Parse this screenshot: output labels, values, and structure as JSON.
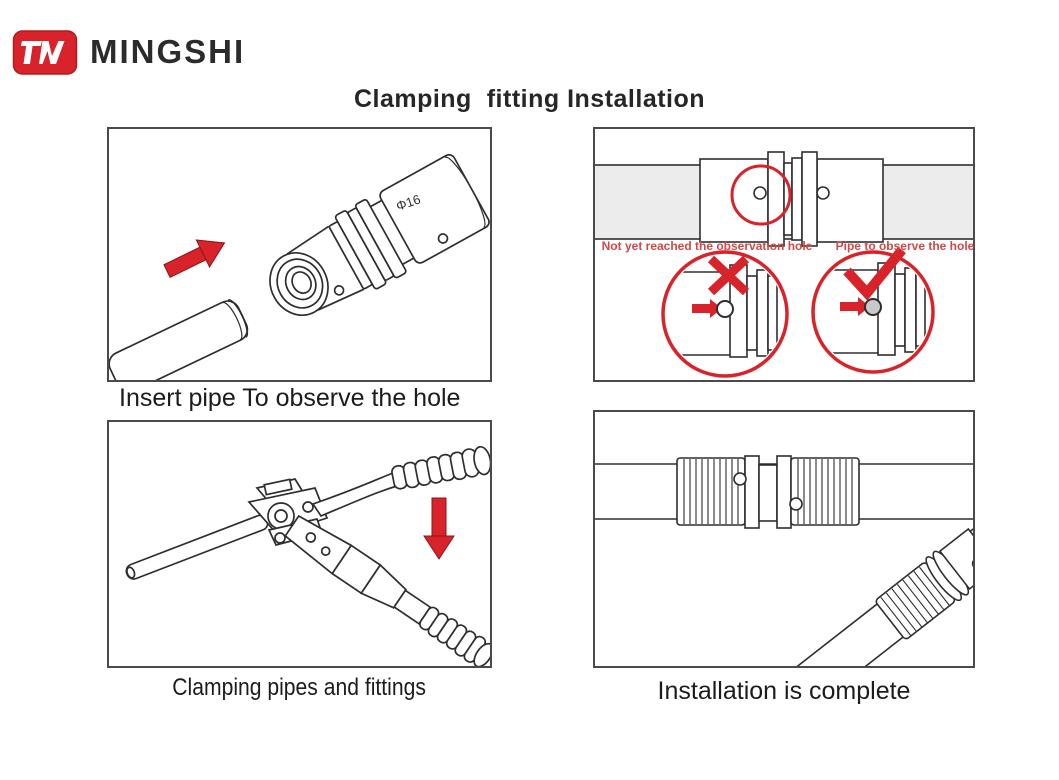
{
  "brand": {
    "name": "MINGSHI"
  },
  "title": "Clamping  fitting Installation",
  "panels": {
    "insert": {
      "caption": "Insert pipe To observe the hole",
      "fitting_marking": "Φ16"
    },
    "observe": {
      "label_not_reached": "Not yet reached the observation hole",
      "label_reached": "Pipe to observe the hole"
    },
    "clamp": {
      "caption": "Clamping pipes and fittings"
    },
    "complete": {
      "caption": "Installation is complete"
    }
  },
  "colors": {
    "accent_red": "#d8232a",
    "label_red": "#cd4a4a",
    "pipe_gray": "#ececec",
    "line_dark": "#2e2e2e"
  }
}
